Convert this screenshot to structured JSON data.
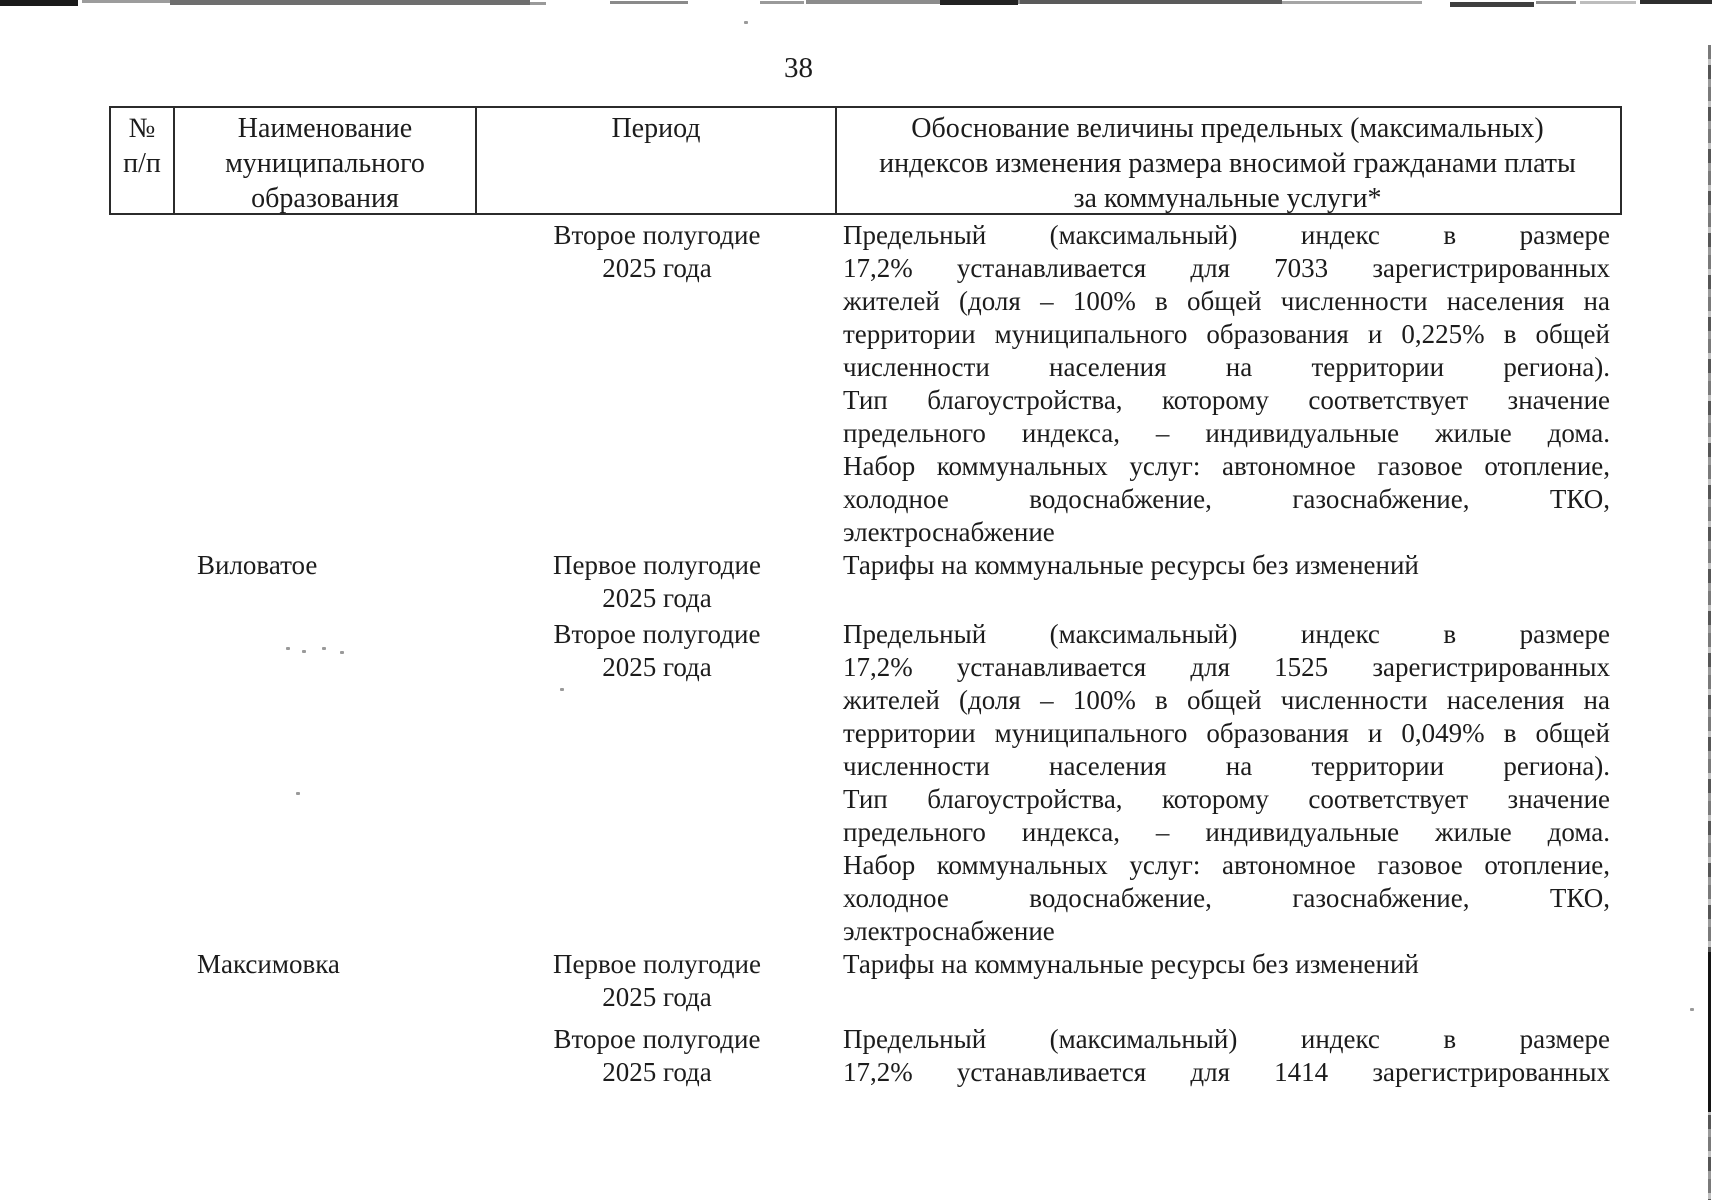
{
  "page_number": "38",
  "colors": {
    "ink": "#1c1c1c",
    "table_border": "#2b2b2b"
  },
  "table": {
    "header": {
      "col_num_lines": [
        "№",
        "п/п"
      ],
      "col_name_lines": [
        "Наименование",
        "муниципального",
        "образования"
      ],
      "col_period": "Период",
      "col_just_lines": [
        "Обоснование величины предельных (максимальных)",
        "индексов изменения размера вносимой гражданами платы",
        "за коммунальные услуги*"
      ]
    },
    "rows": [
      {
        "municipality": "",
        "period_lines": [
          "Второе полугодие",
          "2025 года"
        ],
        "text_lines": [
          "Предельный (максимальный) индекс в размере",
          "17,2% устанавливается для 7033 зарегистрированных",
          "жителей (доля – 100% в общей численности населения на",
          "территории муниципального образования и 0,225% в общей",
          "численности населения на территории региона).",
          "Тип благоустройства, которому соответствует значение",
          "предельного индекса, – индивидуальные жилые дома.",
          "Набор коммунальных услуг: автономное газовое отопление,",
          "холодное водоснабжение, газоснабжение, ТКО,",
          "электроснабжение"
        ]
      },
      {
        "municipality": "Виловатое",
        "period_lines": [
          "Первое полугодие",
          "2025 года"
        ],
        "text_lines": [
          "Тарифы на коммунальные ресурсы без изменений"
        ]
      },
      {
        "municipality": "",
        "period_lines": [
          "Второе полугодие",
          "2025 года"
        ],
        "text_lines": [
          "Предельный (максимальный) индекс в размере",
          "17,2% устанавливается для 1525 зарегистрированных",
          "жителей (доля – 100% в общей численности населения на",
          "территории муниципального образования и 0,049% в общей",
          "численности населения на территории региона).",
          "Тип благоустройства, которому соответствует значение",
          "предельного индекса, – индивидуальные жилые дома.",
          "Набор коммунальных услуг: автономное газовое отопление,",
          "холодное водоснабжение, газоснабжение, ТКО,",
          "электроснабжение"
        ]
      },
      {
        "municipality": "Максимовка",
        "period_lines": [
          "Первое полугодие",
          "2025 года"
        ],
        "text_lines": [
          "Тарифы на коммунальные ресурсы без изменений"
        ]
      },
      {
        "municipality": "",
        "period_lines": [
          "Второе полугодие",
          "2025 года"
        ],
        "text_lines": [
          "Предельный (максимальный) индекс в размере",
          "17,2% устанавливается для 1414 зарегистрированных"
        ]
      }
    ]
  }
}
